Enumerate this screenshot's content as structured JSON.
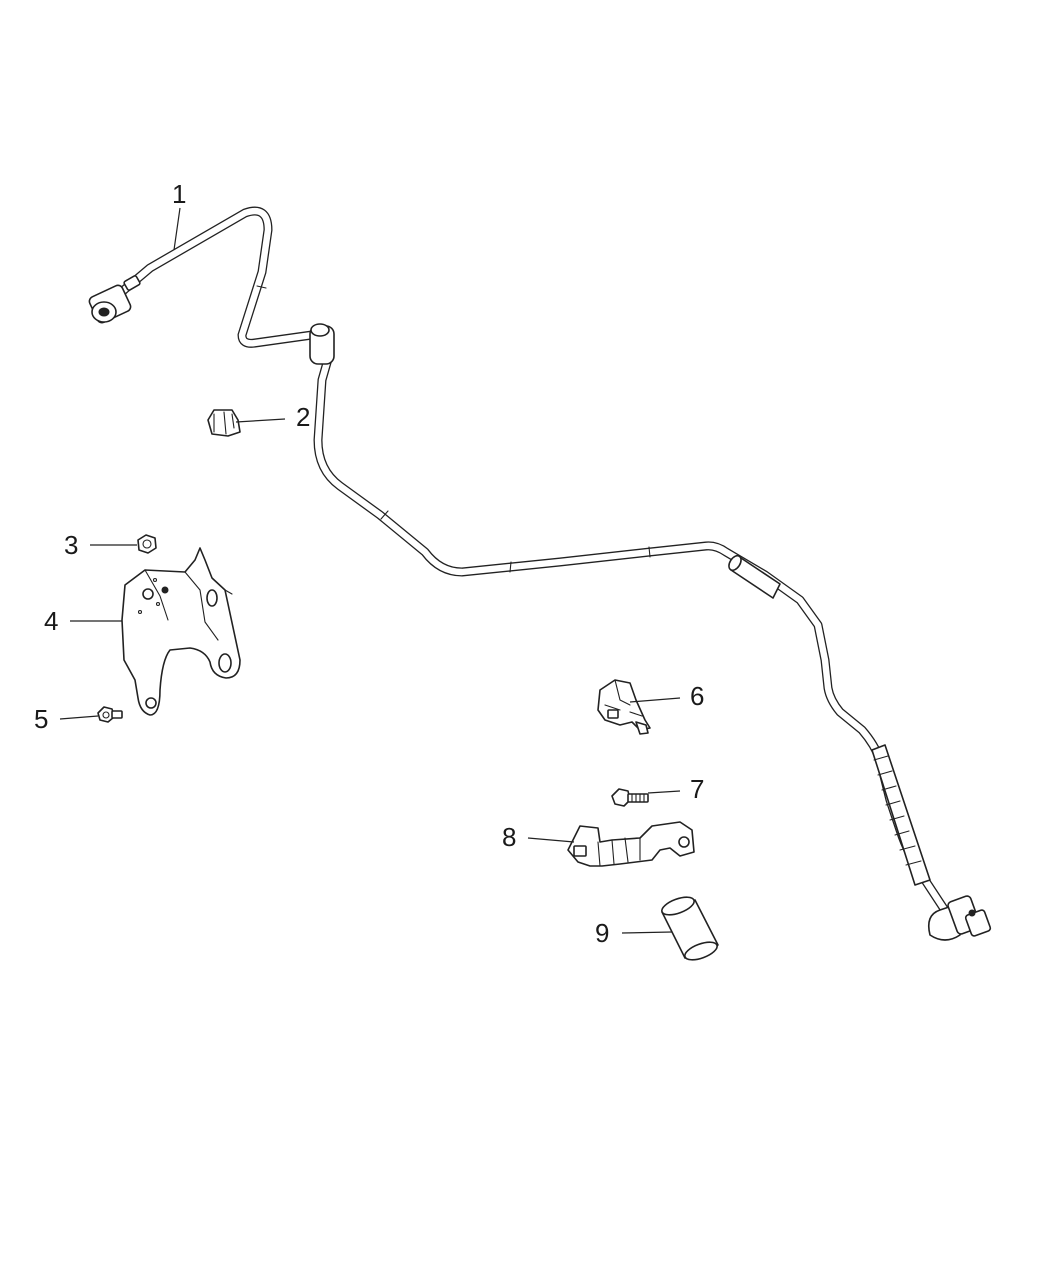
{
  "diagram": {
    "callouts": [
      {
        "number": "1",
        "part": "vapor-tube"
      },
      {
        "number": "2",
        "part": "clip"
      },
      {
        "number": "3",
        "part": "nut"
      },
      {
        "number": "4",
        "part": "bracket"
      },
      {
        "number": "5",
        "part": "bolt"
      },
      {
        "number": "6",
        "part": "clip"
      },
      {
        "number": "7",
        "part": "bolt"
      },
      {
        "number": "8",
        "part": "bracket"
      },
      {
        "number": "9",
        "part": "sleeve"
      }
    ],
    "colors": {
      "line": "#222222",
      "background": "#ffffff"
    }
  }
}
